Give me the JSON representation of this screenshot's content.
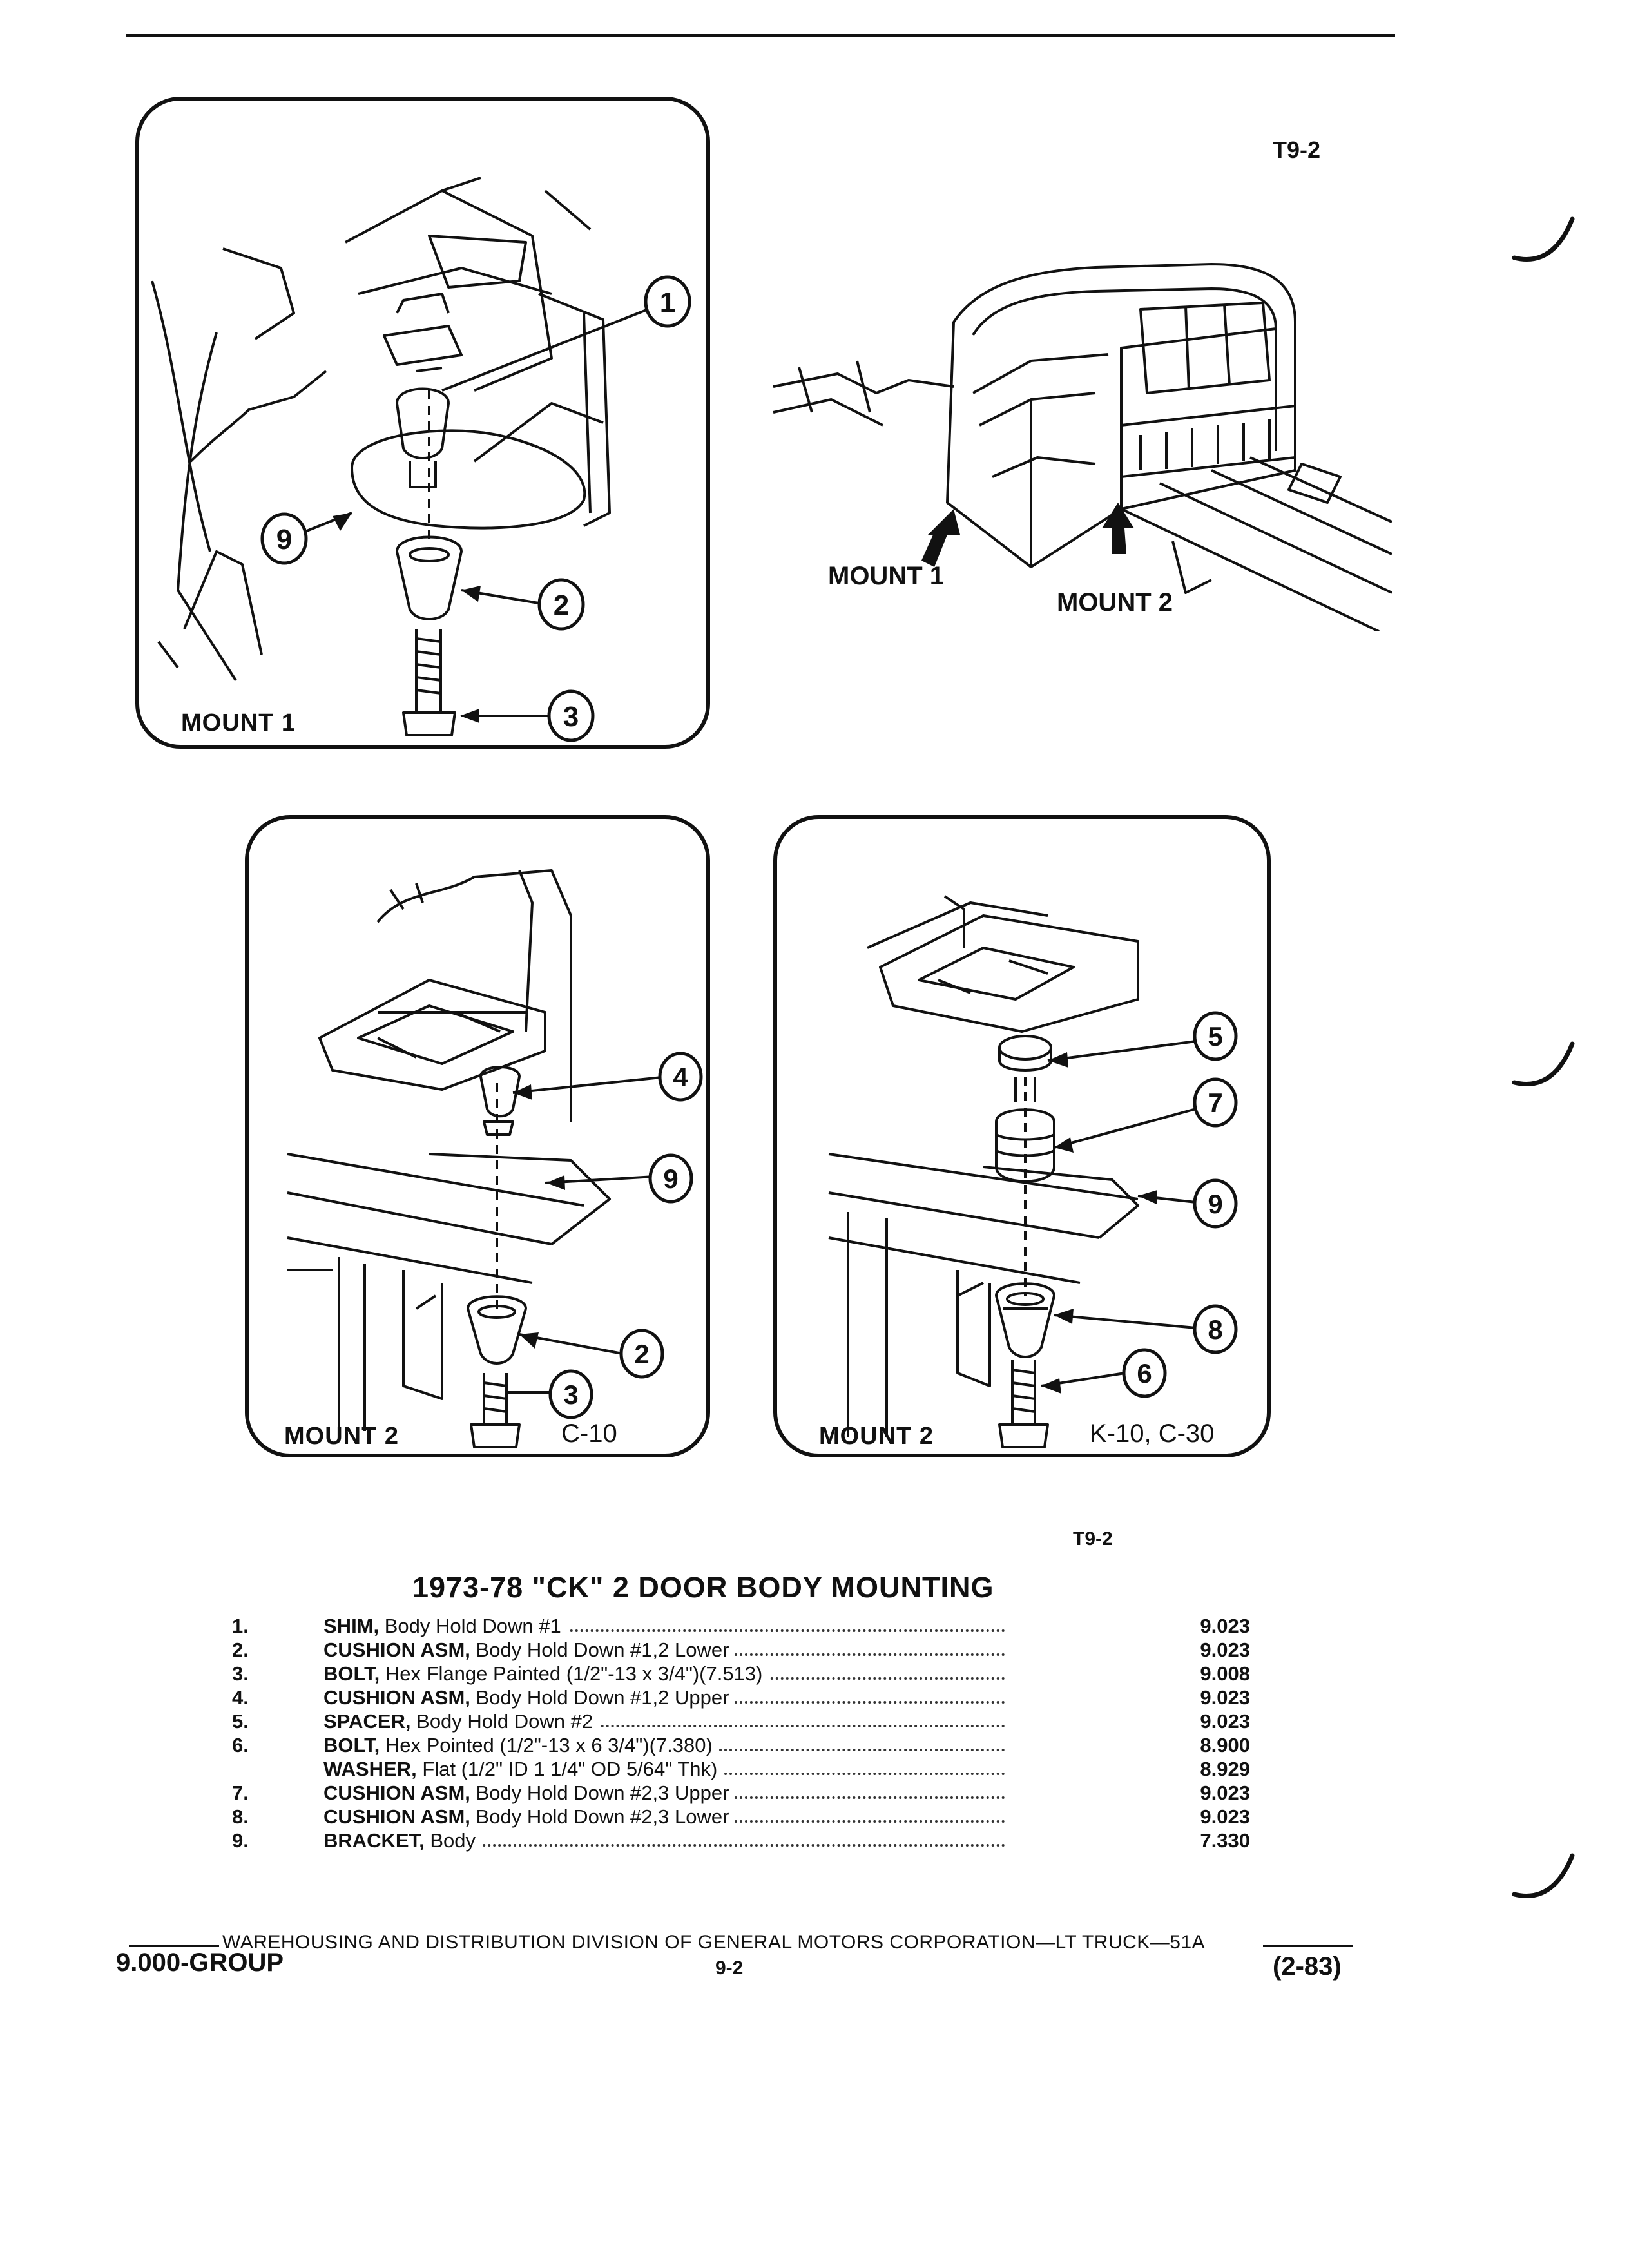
{
  "header": {
    "page_code_top": "T9-2",
    "page_code_mid": "T9-2"
  },
  "figures": {
    "mount1_panel": {
      "label": "MOUNT 1",
      "callouts": [
        "1",
        "9",
        "2",
        "3"
      ]
    },
    "cab_view": {
      "arrow_label_1": "MOUNT 1",
      "arrow_label_2": "MOUNT 2"
    },
    "mount2_c10_panel": {
      "label": "MOUNT 2",
      "variant": "C-10",
      "callouts": [
        "4",
        "9",
        "2",
        "3"
      ]
    },
    "mount2_k10_panel": {
      "label": "MOUNT 2",
      "variant": "K-10, C-30",
      "callouts": [
        "5",
        "7",
        "9",
        "8",
        "6"
      ]
    }
  },
  "title": "1973-78 \"CK\" 2 DOOR BODY MOUNTING",
  "parts": [
    {
      "num": "1.",
      "name": "SHIM,",
      "desc": "Body Hold Down #1",
      "group": "9.023"
    },
    {
      "num": "2.",
      "name": "CUSHION ASM,",
      "desc": "Body Hold Down #1,2 Lower",
      "group": "9.023"
    },
    {
      "num": "3.",
      "name": "BOLT,",
      "desc": "Hex Flange Painted (1/2\"-13 x 3/4\")(7.513)",
      "group": "9.008"
    },
    {
      "num": "4.",
      "name": "CUSHION ASM,",
      "desc": "Body Hold Down #1,2 Upper",
      "group": "9.023"
    },
    {
      "num": "5.",
      "name": "SPACER,",
      "desc": "Body Hold Down #2",
      "group": "9.023"
    },
    {
      "num": "6.",
      "name": "BOLT,",
      "desc": "Hex Pointed (1/2\"-13 x 6 3/4\")(7.380)",
      "group": "8.900"
    },
    {
      "num": "",
      "name": "WASHER,",
      "desc": "Flat (1/2\" ID 1 1/4\" OD 5/64\" Thk)",
      "group": "8.929"
    },
    {
      "num": "7.",
      "name": "CUSHION ASM,",
      "desc": "Body Hold Down #2,3 Upper",
      "group": "9.023"
    },
    {
      "num": "8.",
      "name": "CUSHION ASM,",
      "desc": "Body Hold Down #2,3 Lower",
      "group": "9.023"
    },
    {
      "num": "9.",
      "name": "BRACKET,",
      "desc": "Body",
      "group": "7.330"
    }
  ],
  "footer": {
    "division_text": "WAREHOUSING AND DISTRIBUTION DIVISION OF GENERAL MOTORS CORPORATION—LT TRUCK—51A",
    "group_label": "9.000-GROUP",
    "page_number": "9-2",
    "revision_date": "(2-83)"
  }
}
